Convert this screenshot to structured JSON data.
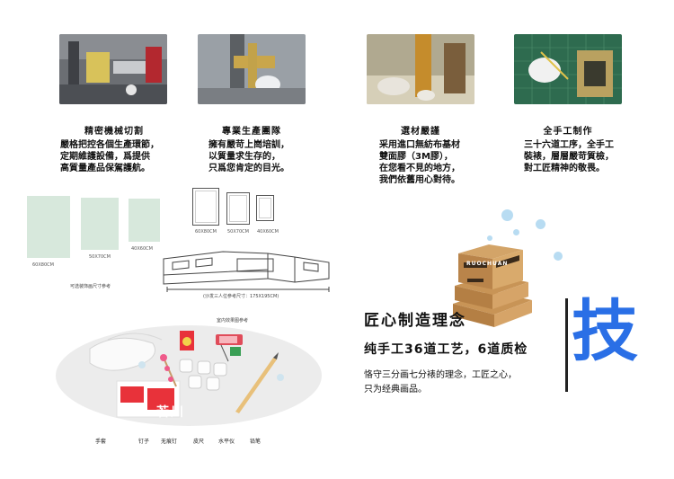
{
  "steps": [
    {
      "title": "精密機械切割",
      "desc": "嚴格把控各個生產環節，\n定期維護設備，爲提供\n高質量產品保駕護航。"
    },
    {
      "title": "專業生產團隊",
      "desc": "擁有嚴苛上崗培訓，\n以質量求生存的，\n只爲您肯定的目光。"
    },
    {
      "title": "選材嚴謹",
      "desc": "采用進口無紡布基材\n雙面膠（3M膠），\n在您看不見的地方，\n我們依舊用心對待。"
    },
    {
      "title": "全手工制作",
      "desc": "三十六道工序，全手工\n裝裱，層層嚴苛質檢，\n對工匠精神的敬畏。"
    }
  ],
  "sizes": {
    "frames": [
      "60X80CM",
      "50X70CM",
      "40X60CM"
    ],
    "note": "可选装饰画尺寸参考"
  },
  "room": {
    "frames": [
      "60X80CM",
      "50X70CM",
      "40X60CM"
    ],
    "caption": "室内效果图参考",
    "sofa_note": "(沙发三人位参考尺寸：175X195CM)"
  },
  "tools": [
    "手套",
    "钉子",
    "无痕钉",
    "皮尺",
    "水平仪",
    "铅笔"
  ],
  "box_brand": "RUOCHUAN",
  "sticker": "若川",
  "philosophy": {
    "headline": "匠心制造理念",
    "subline": "纯手工36道工艺，6道质检",
    "body": "恪守三分画七分裱的理念，工匠之心，\n只为经典画品。"
  },
  "big_char": "技",
  "colors": {
    "accent": "#2a6fe6",
    "bubble": "#b8dcf2",
    "frame_fill": "#d7e8dc"
  }
}
